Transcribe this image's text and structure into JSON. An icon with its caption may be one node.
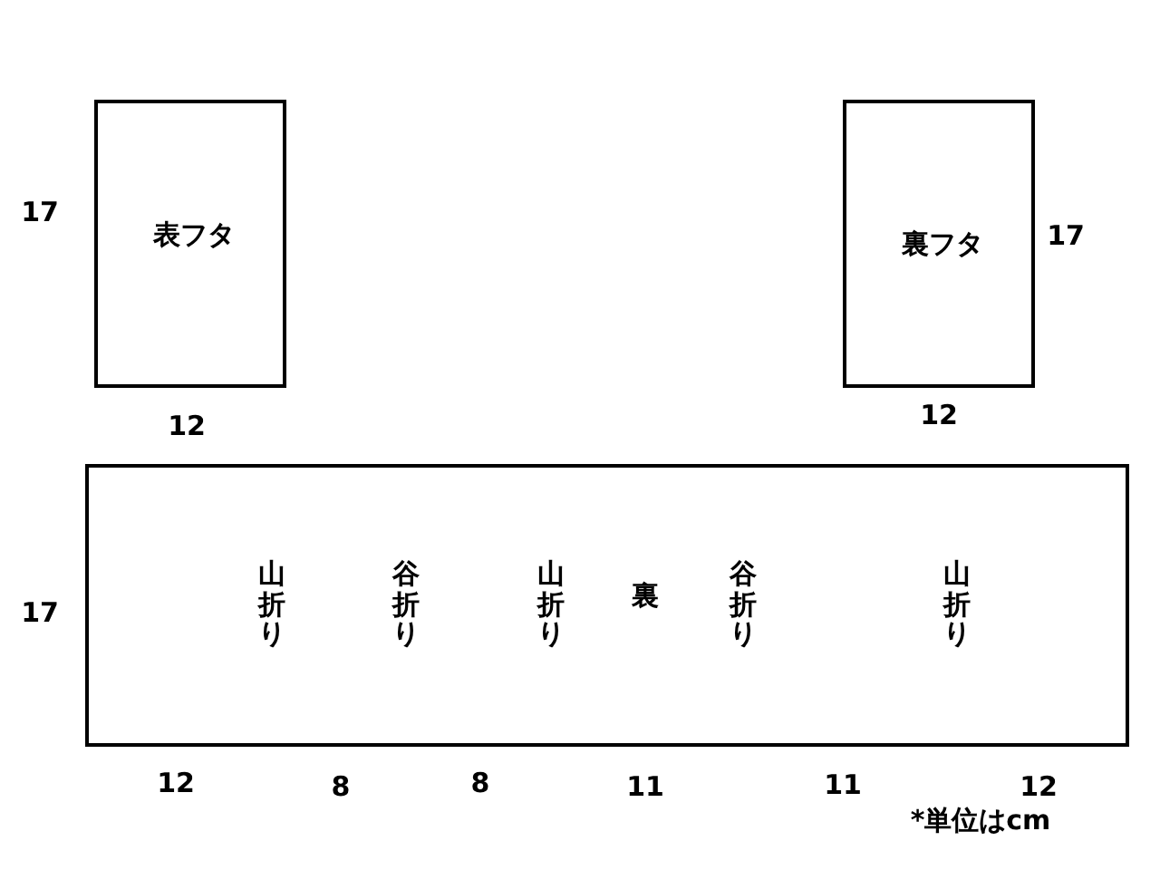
{
  "diagram": {
    "nodes": [
      {
        "text": [
          "表フタ"
        ]
      },
      {
        "text": [
          "裏フタ"
        ]
      },
      {
        "text": [
          "裏"
        ]
      }
    ],
    "labels": [
      "17",
      "17",
      "12",
      "12",
      "17",
      "山折り",
      "谷折り",
      "山折り",
      "谷折り",
      "山折り",
      "12",
      "8",
      "8",
      "11",
      "11",
      "12",
      "*単位はcm"
    ]
  }
}
